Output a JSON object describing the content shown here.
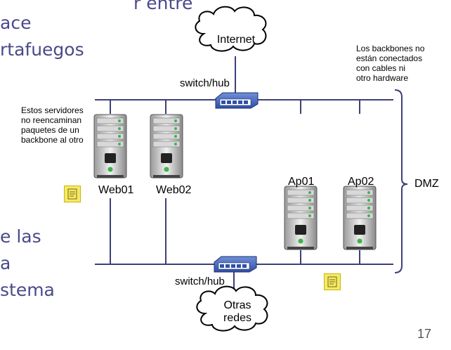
{
  "slide_text_fragments": {
    "line1": "r entre",
    "line2": "ace",
    "line3": "rtafuegos",
    "line4": "e las",
    "line5": "a",
    "line6": "stema"
  },
  "clouds": {
    "top": "Internet",
    "bottom_line1": "Otras",
    "bottom_line2": "redes"
  },
  "switches": {
    "top_label": "switch/hub",
    "bottom_label": "switch/hub"
  },
  "notes": {
    "backbones": [
      "Los backbones no",
      "están conectados",
      "con cables ni",
      "otro hardware"
    ],
    "servers": [
      "Estos servidores",
      "no reencaminan",
      "paquetes de un",
      "backbone al otro"
    ]
  },
  "servers": {
    "web01": "Web01",
    "web02": "Web02",
    "ap01": "Ap01",
    "ap02": "Ap02"
  },
  "dmz_label": "DMZ",
  "page_number": "17",
  "colors": {
    "line": "#3d3f7a",
    "text_fragment": "#4a4a8a",
    "note_yellow": "#f4e96b"
  }
}
